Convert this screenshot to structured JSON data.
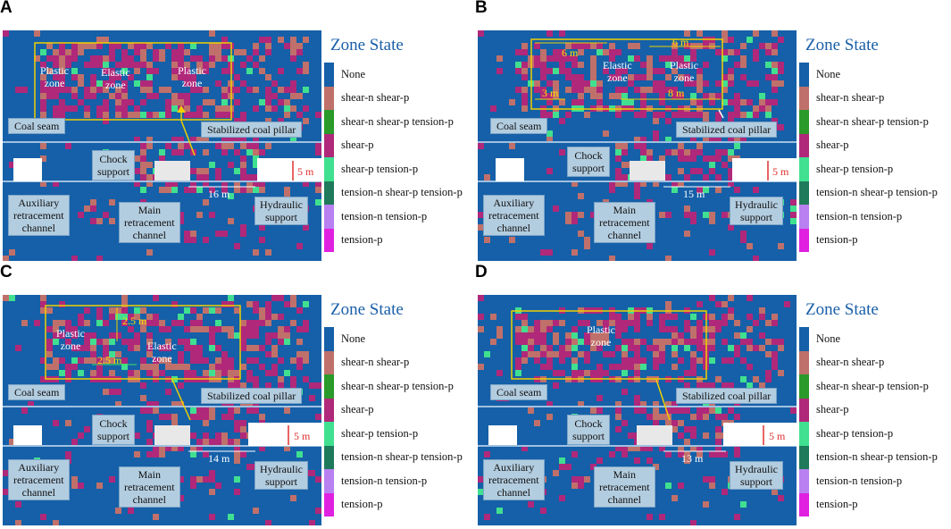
{
  "legend": {
    "title": "Zone State",
    "items": [
      {
        "label": "None",
        "color": "#1560a8"
      },
      {
        "label": "shear-n shear-p",
        "color": "#c0706a"
      },
      {
        "label": "shear-n shear-p tension-p",
        "color": "#2a9a2a"
      },
      {
        "label": "shear-p",
        "color": "#b0287a"
      },
      {
        "label": "shear-p tension-p",
        "color": "#40e090"
      },
      {
        "label": "tension-n shear-p tension-p",
        "color": "#1e7a5a"
      },
      {
        "label": "tension-n tension-p",
        "color": "#b880f0"
      },
      {
        "label": "tension-p",
        "color": "#e020e0"
      }
    ]
  },
  "common": {
    "coal_seam": "Coal seam",
    "stabilized": "Stabilized coal pillar",
    "chock": "Chock\nsupport",
    "aux": "Auxiliary\nretracement\nchannel",
    "main": "Main\nretracement\nchannel",
    "hydraulic": "Hydraulic\nsupport",
    "height": "5 m"
  },
  "panels": [
    {
      "label": "A",
      "width_dim": "16 m",
      "zones": [
        {
          "text": "Plastic\nzone"
        },
        {
          "text": "Elastic\nzone"
        },
        {
          "text": "Plastic\nzone"
        }
      ],
      "dims": []
    },
    {
      "label": "B",
      "width_dim": "15 m",
      "zones": [
        {
          "text": "Elastic\nzone"
        },
        {
          "text": "Plastic\nzone"
        }
      ],
      "dims": [
        "6 m",
        "6 m",
        "3 m",
        "8 m"
      ]
    },
    {
      "label": "C",
      "width_dim": "14 m",
      "zones": [
        {
          "text": "Plastic\nzone"
        },
        {
          "text": "Elastic\nzone"
        }
      ],
      "dims": [
        "2.5 m",
        "2.5 m"
      ]
    },
    {
      "label": "D",
      "width_dim": "13 m",
      "zones": [
        {
          "text": "Plastic\nzone"
        }
      ],
      "dims": []
    }
  ]
}
